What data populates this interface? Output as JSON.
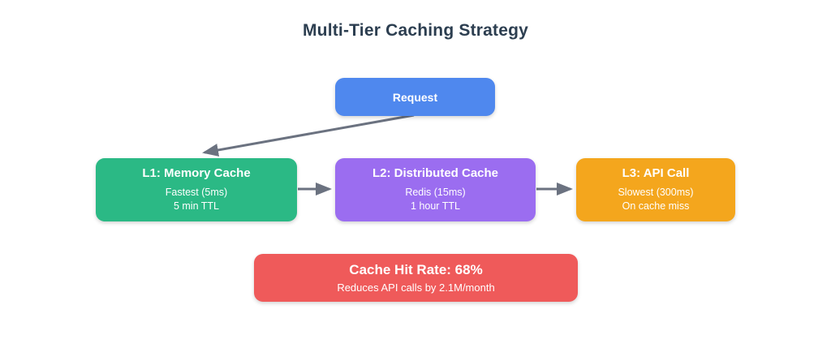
{
  "title": "Multi-Tier Caching Strategy",
  "colors": {
    "title_text": "#2c3e50",
    "arrow": "#6b7280",
    "request_bg": "#4f88ee",
    "l1_bg": "#2bb985",
    "l2_bg": "#9b6df0",
    "l3_bg": "#f4a61d",
    "summary_bg": "#ef5a5a"
  },
  "nodes": {
    "request": {
      "label": "Request"
    },
    "l1": {
      "title": "L1: Memory Cache",
      "detail1": "Fastest (5ms)",
      "detail2": "5 min TTL"
    },
    "l2": {
      "title": "L2: Distributed Cache",
      "detail1": "Redis (15ms)",
      "detail2": "1 hour TTL"
    },
    "l3": {
      "title": "L3: API Call",
      "detail1": "Slowest (300ms)",
      "detail2": "On cache miss"
    },
    "summary": {
      "title": "Cache Hit Rate: 68%",
      "subtitle": "Reduces API calls by 2.1M/month"
    }
  }
}
